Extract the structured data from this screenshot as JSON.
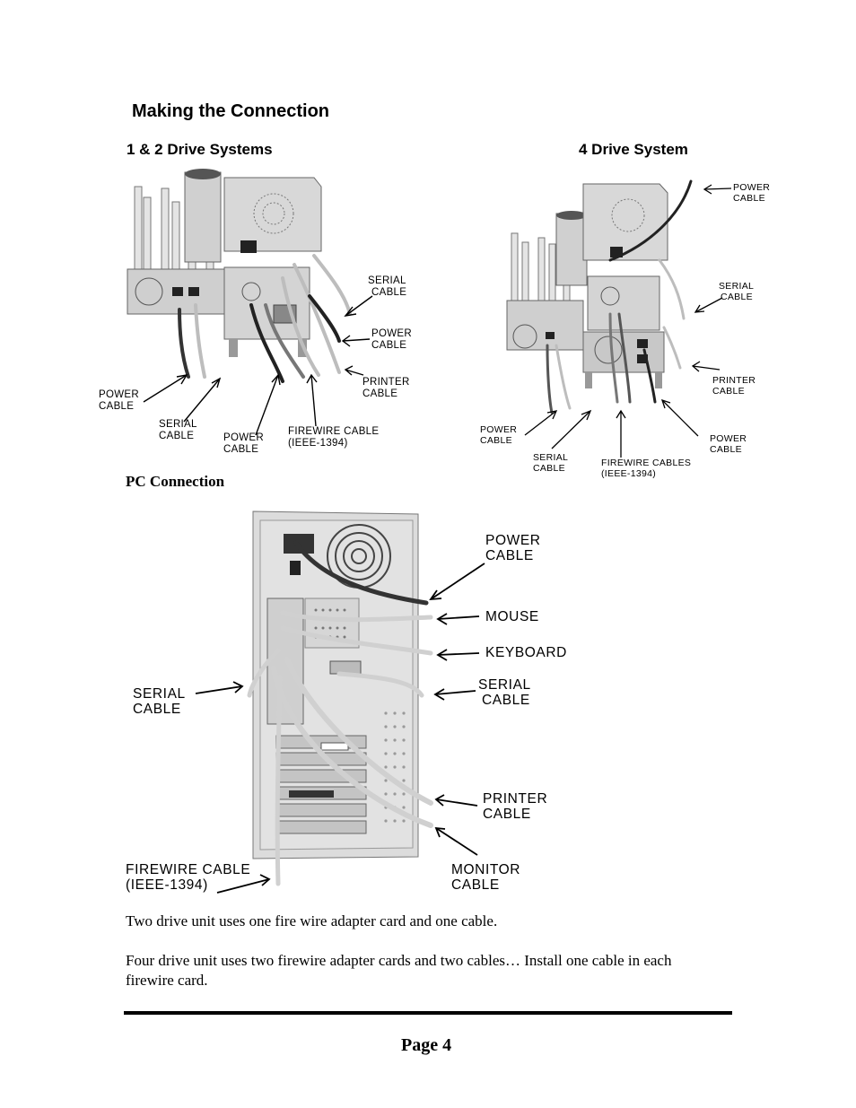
{
  "section_title": "Making the Connection",
  "diagram_left_title": "1 & 2 Drive Systems",
  "diagram_right_title": "4 Drive System",
  "pc_title": "PC Connection",
  "left_labels": {
    "serial_right": [
      "SERIAL",
      "CABLE"
    ],
    "power_right": [
      "POWER",
      "CABLE"
    ],
    "printer_right": [
      "PRINTER",
      "CABLE"
    ],
    "power_bottom_left": [
      "POWER",
      "CABLE"
    ],
    "serial_bottom": [
      "SERIAL",
      "CABLE"
    ],
    "power_bottom": [
      "POWER",
      "CABLE"
    ],
    "firewire_bottom": [
      "FIREWIRE CABLE",
      "(IEEE-1394)"
    ]
  },
  "right_labels": {
    "power_top": [
      "POWER",
      "CABLE"
    ],
    "serial_right": [
      "SERIAL",
      "CABLE"
    ],
    "printer_right": [
      "PRINTER",
      "CABLE"
    ],
    "power_bottom_right": [
      "POWER",
      "CABLE"
    ],
    "power_bottom_left": [
      "POWER",
      "CABLE"
    ],
    "serial_bottom": [
      "SERIAL",
      "CABLE"
    ],
    "firewire_bottom": [
      "FIREWIRE CABLES",
      "(IEEE-1394)"
    ]
  },
  "pc_labels": {
    "power": [
      "POWER",
      "CABLE"
    ],
    "mouse": "MOUSE",
    "keyboard": "KEYBOARD",
    "serial_right": [
      "SERIAL",
      "CABLE"
    ],
    "serial_left": [
      "SERIAL",
      "CABLE"
    ],
    "printer": [
      "PRINTER",
      "CABLE"
    ],
    "monitor": [
      "MONITOR",
      "CABLE"
    ],
    "firewire": [
      "FIREWIRE CABLE",
      "(IEEE-1394)"
    ]
  },
  "paragraph_1": "Two drive unit uses one fire wire adapter card and one cable.",
  "paragraph_2_line1": "Four drive unit uses two firewire adapter cards and two cables… Install one cable in each",
  "paragraph_2_line2": "firewire card.",
  "footer_page": "Page 4"
}
